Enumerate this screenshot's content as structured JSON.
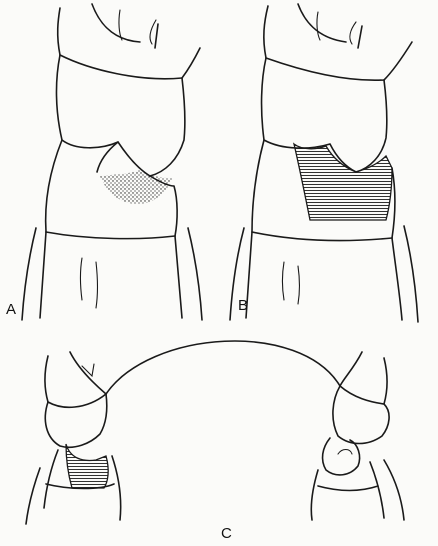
{
  "figure": {
    "labels": {
      "a": "A",
      "b": "B",
      "c": "C"
    },
    "colors": {
      "ink": "#1a1a1a",
      "paper": "#fbfbf9"
    }
  }
}
